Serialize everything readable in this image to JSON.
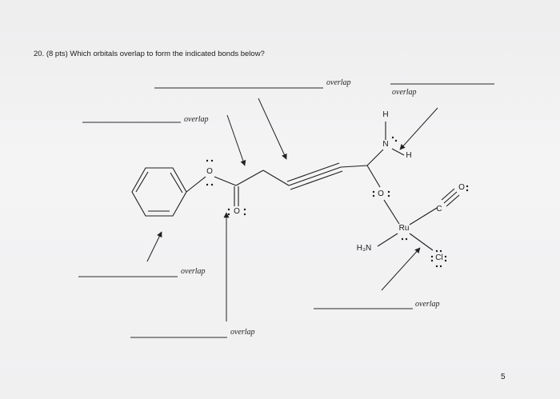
{
  "question": {
    "text": "20. (8 pts) Which orbitals overlap to form the indicated bonds below?"
  },
  "labels": {
    "overlap_1": "overlap",
    "overlap_2": "overlap",
    "overlap_3": "overlap",
    "overlap_4": "overlap",
    "overlap_5": "overlap",
    "overlap_6": "overlap"
  },
  "atoms": {
    "ester_O": "O",
    "carbonyl_O": "O",
    "N": "N",
    "H_top": "H",
    "H_right": "H",
    "hydroxyl_O": "O",
    "Ru": "Ru",
    "H3N": "H₃N",
    "carbonyl_ligand_C": "C",
    "carbonyl_ligand_O": "O",
    "Cl": "Cl"
  },
  "page": {
    "number": "5"
  }
}
